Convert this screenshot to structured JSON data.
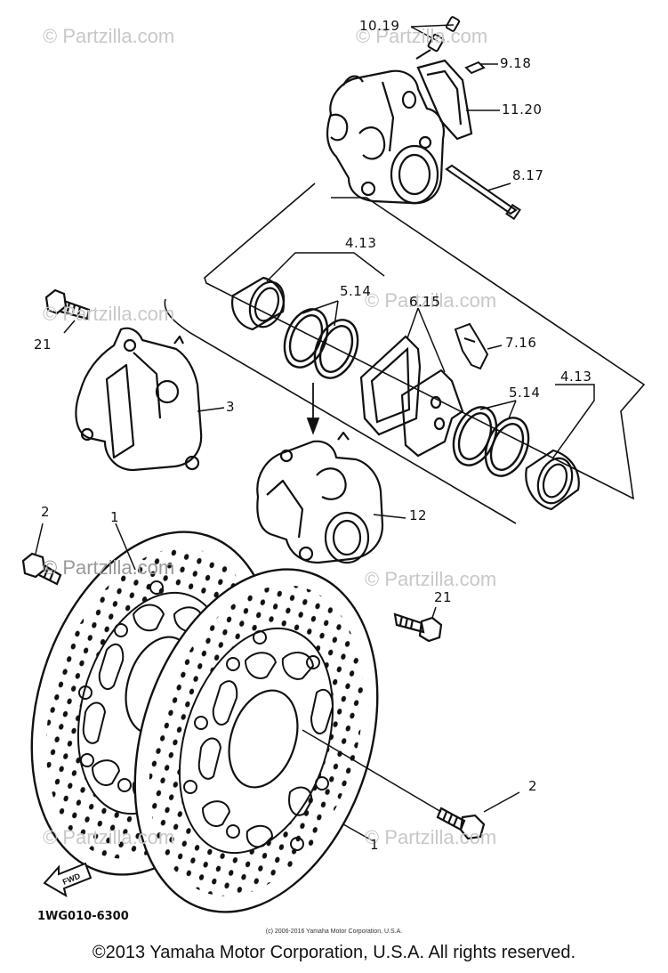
{
  "watermark": "© Partzilla.com",
  "callouts": {
    "c_10_19": "10.19",
    "c_9_18": "9.18",
    "c_11_20": "11.20",
    "c_8_17": "8.17",
    "c_4_13_top": "4.13",
    "c_5_14_top": "5.14",
    "c_6_15": "6.15",
    "c_7_16": "7.16",
    "c_4_13_right": "4.13",
    "c_5_14_right": "5.14",
    "c_21_left": "21",
    "c_3": "3",
    "c_12": "12",
    "c_21_lower": "21",
    "c_2_left": "2",
    "c_1_top": "1",
    "c_2_right": "2",
    "c_1_bottom": "1"
  },
  "fwd_label": "FWD",
  "diagram_code": "1WG010-6300",
  "small_copyright": "(c) 2006-2016 Yamaha Motor Corporation, U.S.A.",
  "copyright": "©2013 Yamaha Motor Corporation, U.S.A. All rights reserved."
}
